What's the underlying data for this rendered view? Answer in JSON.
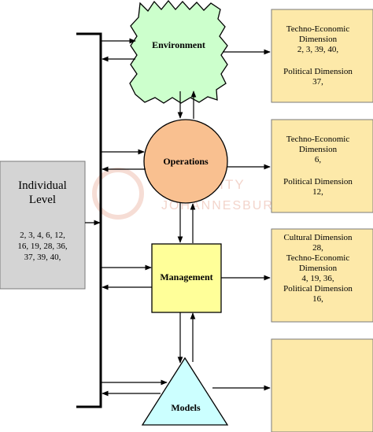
{
  "watermark": {
    "line1": "CITY",
    "line2": "JOHANNESBURG"
  },
  "individual_level": {
    "title_line1": "Individual",
    "title_line2": "Level",
    "refs_line1": "2, 3, 4, 6, 12,",
    "refs_line2": "16, 19, 28, 36,",
    "refs_line3": "37, 39, 40,"
  },
  "nodes": {
    "environment": {
      "label": "Environment",
      "shape": "cloud",
      "color": "#ccffcc"
    },
    "operations": {
      "label": "Operations",
      "shape": "circle",
      "color": "#f9c090"
    },
    "management": {
      "label": "Management",
      "shape": "square",
      "color": "#ffff99"
    },
    "models": {
      "label": "Models",
      "shape": "triangle",
      "color": "#ccffff"
    }
  },
  "dimension_boxes": [
    {
      "color": "#fde9a9",
      "lines": [
        "Techno-Economic",
        "Dimension",
        "2, 3, 39, 40,",
        "",
        "Political Dimension",
        "37,"
      ]
    },
    {
      "color": "#fde9a9",
      "lines": [
        "Techno-Economic",
        "Dimension",
        "6,",
        "",
        "Political Dimension",
        "12,"
      ]
    },
    {
      "color": "#fde9a9",
      "lines": [
        "Cultural Dimension",
        "28,",
        "Techno-Economic",
        "Dimension",
        "4, 19, 36,",
        "Political Dimension",
        "16,"
      ]
    },
    {
      "color": "#fde9a9",
      "lines": []
    }
  ],
  "colors": {
    "individual_fill": "#d4d4d4",
    "stroke": "#000000",
    "box_stroke": "#7a7a7a"
  }
}
